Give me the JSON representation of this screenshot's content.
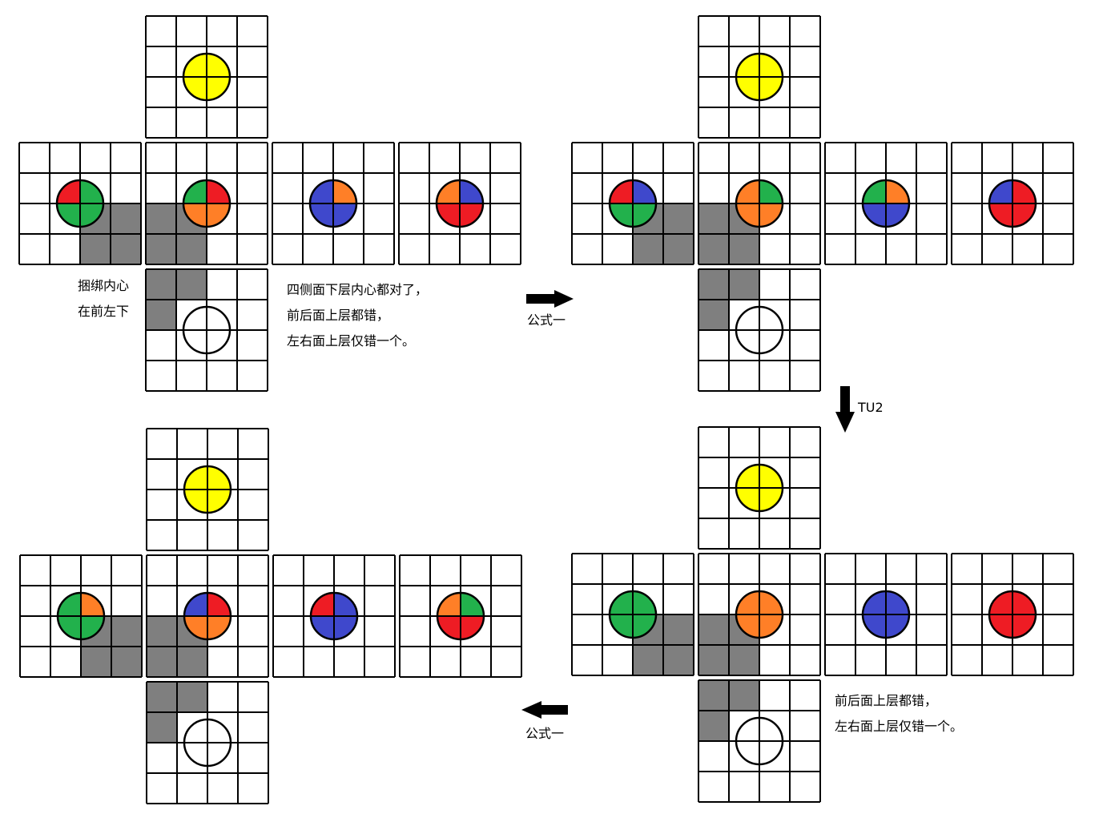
{
  "colors": {
    "yellow": "#ffff00",
    "red": "#ee1c24",
    "green": "#22b14c",
    "orange": "#ff7f27",
    "blue": "#3f48cc",
    "white": "#ffffff",
    "gray": "#7f7f7f",
    "grid": "#000000"
  },
  "diagrams": [
    {
      "id": "state-1",
      "faces": [
        {
          "face": "up",
          "quads": [
            "yellow",
            "yellow",
            "yellow",
            "yellow"
          ]
        },
        {
          "face": "left",
          "quads": [
            "red",
            "green",
            "green",
            "green"
          ]
        },
        {
          "face": "front",
          "quads": [
            "green",
            "red",
            "orange",
            "orange"
          ]
        },
        {
          "face": "right",
          "quads": [
            "blue",
            "orange",
            "blue",
            "blue"
          ]
        },
        {
          "face": "back",
          "quads": [
            "orange",
            "blue",
            "red",
            "red"
          ]
        },
        {
          "face": "down",
          "quads": [
            "white",
            "white",
            "white",
            "white"
          ]
        }
      ]
    },
    {
      "id": "state-2",
      "faces": [
        {
          "face": "up",
          "quads": [
            "yellow",
            "yellow",
            "yellow",
            "yellow"
          ]
        },
        {
          "face": "left",
          "quads": [
            "red",
            "blue",
            "green",
            "green"
          ]
        },
        {
          "face": "front",
          "quads": [
            "orange",
            "green",
            "orange",
            "orange"
          ]
        },
        {
          "face": "right",
          "quads": [
            "green",
            "orange",
            "blue",
            "blue"
          ]
        },
        {
          "face": "back",
          "quads": [
            "blue",
            "red",
            "red",
            "red"
          ]
        },
        {
          "face": "down",
          "quads": [
            "white",
            "white",
            "white",
            "white"
          ]
        }
      ]
    },
    {
      "id": "state-3",
      "faces": [
        {
          "face": "up",
          "quads": [
            "yellow",
            "yellow",
            "yellow",
            "yellow"
          ]
        },
        {
          "face": "left",
          "quads": [
            "green",
            "orange",
            "green",
            "green"
          ]
        },
        {
          "face": "front",
          "quads": [
            "blue",
            "red",
            "orange",
            "orange"
          ]
        },
        {
          "face": "right",
          "quads": [
            "red",
            "blue",
            "blue",
            "blue"
          ]
        },
        {
          "face": "back",
          "quads": [
            "orange",
            "green",
            "red",
            "red"
          ]
        },
        {
          "face": "down",
          "quads": [
            "white",
            "white",
            "white",
            "white"
          ]
        }
      ]
    },
    {
      "id": "state-4",
      "faces": [
        {
          "face": "up",
          "quads": [
            "yellow",
            "yellow",
            "yellow",
            "yellow"
          ]
        },
        {
          "face": "left",
          "quads": [
            "green",
            "green",
            "green",
            "green"
          ]
        },
        {
          "face": "front",
          "quads": [
            "orange",
            "orange",
            "orange",
            "orange"
          ]
        },
        {
          "face": "right",
          "quads": [
            "blue",
            "blue",
            "blue",
            "blue"
          ]
        },
        {
          "face": "back",
          "quads": [
            "red",
            "red",
            "red",
            "red"
          ]
        },
        {
          "face": "down",
          "quads": [
            "white",
            "white",
            "white",
            "white"
          ]
        }
      ]
    }
  ],
  "notes": {
    "state1_bind_line1": "捆绑内心",
    "state1_bind_line2": "在前左下",
    "state1_desc_line1": "四侧面下层内心都对了，",
    "state1_desc_line2": "前后面上层都错，",
    "state1_desc_line3": "左右面上层仅错一个。",
    "state3_desc_line1": "前后面上层都错，",
    "state3_desc_line2": "左右面上层仅错一个。"
  },
  "arrows": {
    "arrow1_label": "公式一",
    "arrow2_label": "TU2",
    "arrow3_label": "公式一"
  }
}
